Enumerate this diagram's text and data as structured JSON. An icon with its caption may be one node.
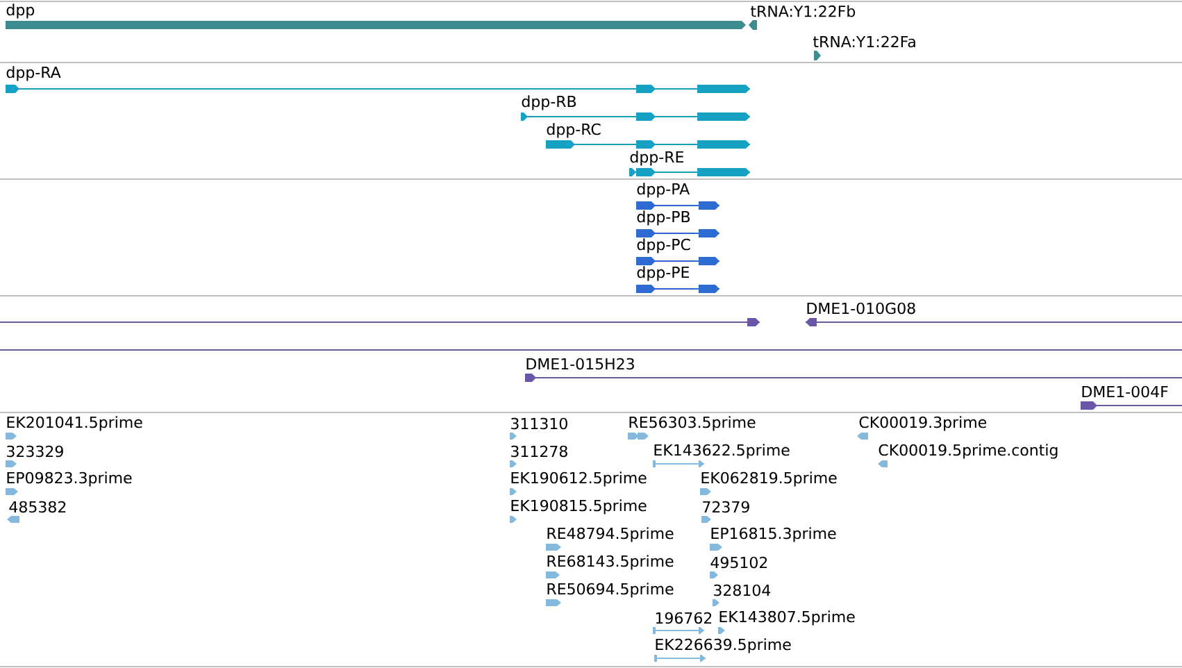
{
  "diagram": {
    "nodes": [
      {
        "text": [
          "dpp"
        ]
      },
      {
        "text": [
          "tRNA:Y1:22Fb"
        ]
      },
      {
        "text": [
          "tRNA:Y1:22Fa"
        ]
      },
      {
        "text": [
          "dpp-RA"
        ]
      },
      {
        "text": [
          "dpp-RB"
        ]
      },
      {
        "text": [
          "dpp-RC"
        ]
      },
      {
        "text": [
          "dpp-RE"
        ]
      },
      {
        "text": [
          "dpp-PA"
        ]
      },
      {
        "text": [
          "dpp-PB"
        ]
      },
      {
        "text": [
          "dpp-PC"
        ]
      },
      {
        "text": [
          "dpp-PE"
        ]
      },
      {
        "text": [],
        "shape": "bar"
      },
      {
        "text": [
          "DME1-010G08"
        ]
      },
      {
        "text": [],
        "shape": "bar"
      },
      {
        "text": [
          "DME1-015H23"
        ]
      },
      {
        "text": [
          "DME1-004F"
        ]
      },
      {
        "text": [
          "EK201041.5prime"
        ]
      },
      {
        "text": [
          "323329"
        ]
      },
      {
        "text": [
          "EP09823.3prime"
        ]
      },
      {
        "text": [
          "485382"
        ]
      },
      {
        "text": [
          "311310"
        ]
      },
      {
        "text": [
          "311278"
        ]
      },
      {
        "text": [
          "EK190612.5prime"
        ]
      },
      {
        "text": [
          "EK190815.5prime"
        ]
      },
      {
        "text": [
          "RE48794.5prime"
        ]
      },
      {
        "text": [
          "RE68143.5prime"
        ]
      },
      {
        "text": [
          "RE50694.5prime"
        ]
      },
      {
        "text": [
          "RE56303.5prime"
        ]
      },
      {
        "text": [
          "EK143622.5prime"
        ]
      },
      {
        "text": [
          "CK00019.3prime"
        ]
      },
      {
        "text": [
          "CK00019.5prime.contig"
        ]
      },
      {
        "text": [
          "EK062819.5prime"
        ]
      },
      {
        "text": [
          "72379"
        ]
      },
      {
        "text": [
          "EP16815.3prime"
        ]
      },
      {
        "text": [
          "495102"
        ]
      },
      {
        "text": [
          "328104"
        ]
      },
      {
        "text": [
          "196762"
        ]
      },
      {
        "text": [
          "EK143807.5prime"
        ]
      },
      {
        "text": [
          "EK226639.5prime"
        ]
      }
    ]
  }
}
